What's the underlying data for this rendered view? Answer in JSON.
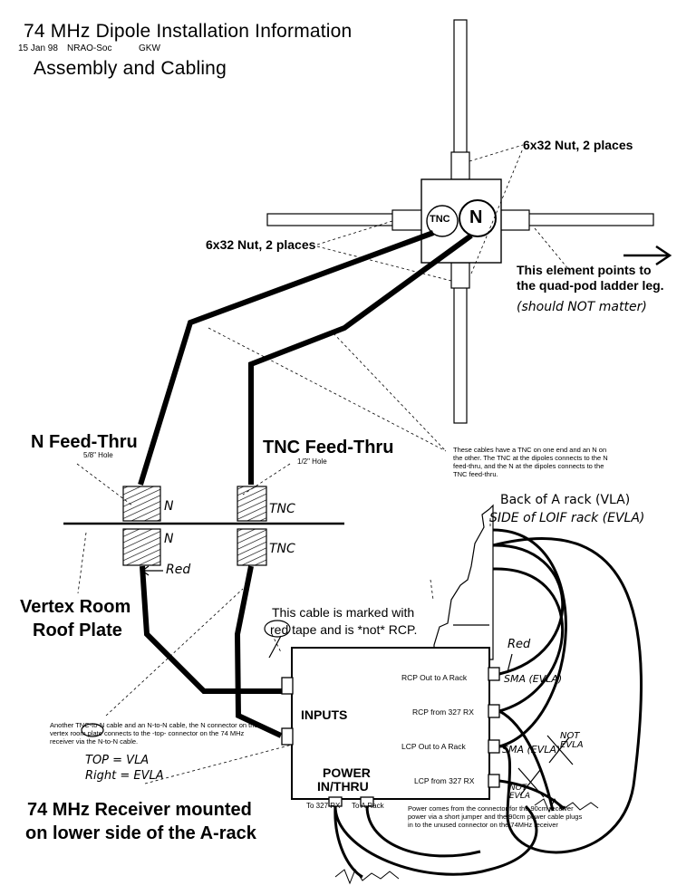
{
  "header": {
    "title": "74 MHz Dipole Installation Information",
    "date": "15 Jan 98",
    "org": "NRAO-Soc",
    "author": "GKW",
    "subtitle": "Assembly and Cabling"
  },
  "dipole": {
    "nut_top": "6x32 Nut, 2 places",
    "nut_left": "6x32 Nut, 2 places",
    "tnc_connector": "TNC",
    "n_connector": "N",
    "element_note_line1": "This element points to",
    "element_note_line2": "the quad-pod ladder leg.",
    "element_note_hand": "(should NOT matter)"
  },
  "feedthru": {
    "n_title": "N Feed-Thru",
    "n_hole": "5/8\" Hole",
    "tnc_title": "TNC Feed-Thru",
    "tnc_hole": "1/2\" Hole",
    "n_top": "N",
    "n_bottom": "N",
    "tnc_top": "TNC",
    "tnc_bottom": "TNC",
    "red_label": "Red",
    "roof_line1": "Vertex Room",
    "roof_line2": "Roof Plate"
  },
  "cable_note": "These cables have a TNC on one end and an N on the other. The TNC at the dipoles connects to the N feed-thru, and the N at the dipoles connects to the TNC feed-thru.",
  "rack": {
    "back_label": "Back of A rack (VLA)",
    "side_label": "SIDE of LOIF rack (EVLA)",
    "red_tape_line1": "This cable is marked with",
    "red_tape_line2": "red tape and is *not* RCP."
  },
  "receiver": {
    "inputs": "INPUTS",
    "rcp_out": "RCP Out to A Rack",
    "rcp_from": "RCP from 327 RX",
    "lcp_out": "LCP Out to A Rack",
    "lcp_from": "LCP from 327 RX",
    "power_line1": "POWER",
    "power_line2": "IN/THRU",
    "to_327": "To 327 RX",
    "to_arack": "To A Rack",
    "red_hand": "Red",
    "sma_evla_1": "SMA (EVLA)",
    "sma_evla_2": "SMA (EVLA)",
    "not_evla_1": "NOT EVLA",
    "not_evla_2": "NOT EVLA",
    "power_note": "Power comes from the connector for the 90cm receiver power via a short jumper and the 90cm power cable plugs in to the unused connector on the 74MHz receiver",
    "mount_line1": "74 MHz Receiver mounted",
    "mount_line2": "on lower side of the A-rack"
  },
  "inputs_note": {
    "text": "Another TNC-to-N cable and an N-to-N cable, the N connector on the vertex room plate connects to the -top- connector on the 74 MHz receiver via the N-to-N cable.",
    "hand_top": "TOP = VLA",
    "hand_right": "Right = EVLA"
  }
}
